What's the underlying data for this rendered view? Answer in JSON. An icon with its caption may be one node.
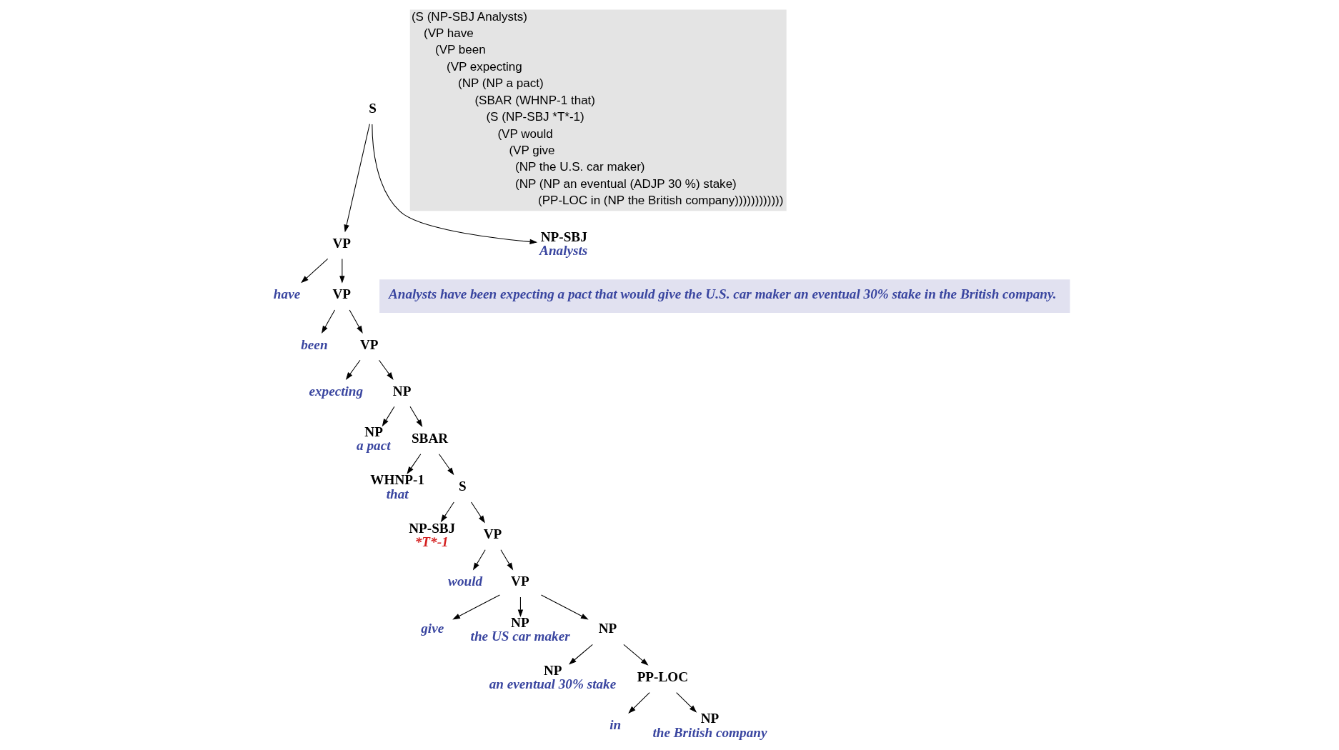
{
  "diagram": {
    "nodes": [
      {
        "text": [
          "S"
        ]
      },
      {
        "text": [
          "VP"
        ]
      },
      {
        "text": [
          "NP-SBJ",
          "Analysts"
        ]
      },
      {
        "text": [
          "have"
        ]
      },
      {
        "text": [
          "VP"
        ]
      },
      {
        "text": [
          "been"
        ]
      },
      {
        "text": [
          "VP"
        ]
      },
      {
        "text": [
          "expecting"
        ]
      },
      {
        "text": [
          "NP"
        ]
      },
      {
        "text": [
          "NP",
          "a pact"
        ]
      },
      {
        "text": [
          "SBAR"
        ]
      },
      {
        "text": [
          "WHNP-1",
          "that"
        ]
      },
      {
        "text": [
          "S"
        ]
      },
      {
        "text": [
          "NP-SBJ",
          "*T*-1"
        ]
      },
      {
        "text": [
          "VP"
        ]
      },
      {
        "text": [
          "would"
        ]
      },
      {
        "text": [
          "VP"
        ]
      },
      {
        "text": [
          "give"
        ]
      },
      {
        "text": [
          "NP",
          "the US car maker"
        ]
      },
      {
        "text": [
          "NP"
        ]
      },
      {
        "text": [
          "NP",
          "an eventual 30% stake"
        ]
      },
      {
        "text": [
          "PP-LOC"
        ]
      },
      {
        "text": [
          "in"
        ]
      },
      {
        "text": [
          "NP",
          "the British company"
        ]
      }
    ],
    "edges": [
      {
        "from": 0,
        "to": 1,
        "arrow": "to"
      },
      {
        "from": 0,
        "to": 2,
        "arrow": "to"
      },
      {
        "from": 1,
        "to": 3,
        "arrow": "to"
      },
      {
        "from": 1,
        "to": 4,
        "arrow": "to"
      },
      {
        "from": 4,
        "to": 5,
        "arrow": "to"
      },
      {
        "from": 4,
        "to": 6,
        "arrow": "to"
      },
      {
        "from": 6,
        "to": 7,
        "arrow": "to"
      },
      {
        "from": 6,
        "to": 8,
        "arrow": "to"
      },
      {
        "from": 8,
        "to": 9,
        "arrow": "to"
      },
      {
        "from": 8,
        "to": 10,
        "arrow": "to"
      },
      {
        "from": 10,
        "to": 11,
        "arrow": "to"
      },
      {
        "from": 10,
        "to": 12,
        "arrow": "to"
      },
      {
        "from": 12,
        "to": 13,
        "arrow": "to"
      },
      {
        "from": 12,
        "to": 14,
        "arrow": "to"
      },
      {
        "from": 14,
        "to": 15,
        "arrow": "to"
      },
      {
        "from": 14,
        "to": 16,
        "arrow": "to"
      },
      {
        "from": 16,
        "to": 17,
        "arrow": "to"
      },
      {
        "from": 16,
        "to": 18,
        "arrow": "to"
      },
      {
        "from": 16,
        "to": 19,
        "arrow": "to"
      },
      {
        "from": 19,
        "to": 20,
        "arrow": "to"
      },
      {
        "from": 19,
        "to": 21,
        "arrow": "to"
      },
      {
        "from": 21,
        "to": 22,
        "arrow": "to"
      },
      {
        "from": 21,
        "to": 23,
        "arrow": "to"
      }
    ],
    "labels": [
      "(S (NP-SBJ Analysts)",
      "(VP have",
      "(VP been",
      "(VP expecting",
      "(NP (NP a pact)",
      "(SBAR (WHNP-1 that)",
      "(S (NP-SBJ *T*-1)",
      "(VP would",
      "(VP give",
      "(NP the U.S. car maker)",
      "(NP (NP an eventual (ADJP 30 %) stake)",
      "(PP-LOC in (NP the British company))))))))))))",
      "Analysts have been expecting a pact that would give the U.S. car maker an eventual 30% stake in the British company."
    ]
  }
}
